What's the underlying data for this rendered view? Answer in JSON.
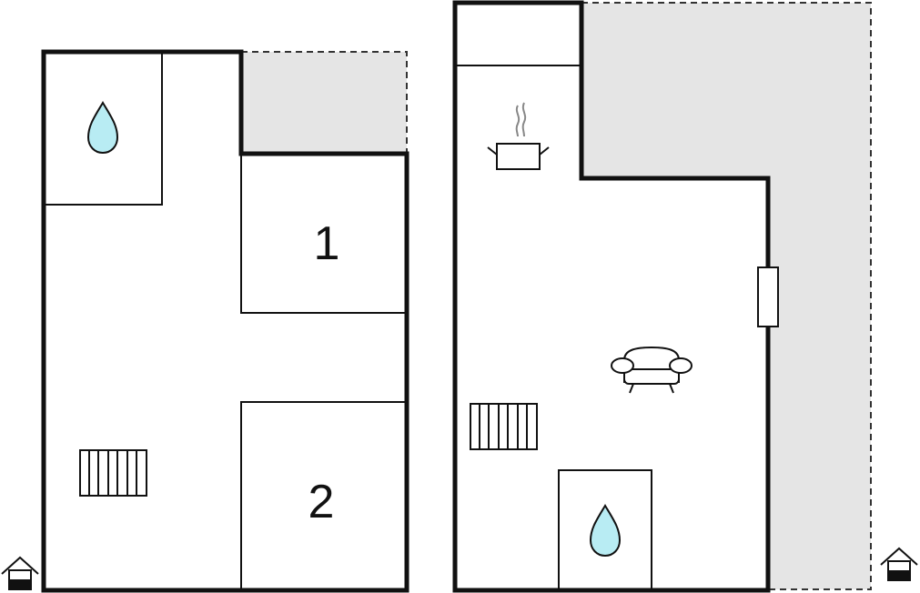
{
  "floor_plans": [
    {
      "rooms": [
        {
          "label": "1",
          "type": "bedroom"
        },
        {
          "label": "2",
          "type": "bedroom"
        }
      ],
      "icons": [
        "water-drop-icon",
        "stairs-icon",
        "floor-indicator-icon"
      ]
    },
    {
      "rooms": [],
      "icons": [
        "cooking-pot-icon",
        "sofa-icon",
        "stairs-icon",
        "water-drop-icon",
        "floor-indicator-icon"
      ]
    }
  ],
  "colors": {
    "wall": "#111111",
    "outdoor_area": "#e5e5e5",
    "water": "#b8ecf3",
    "background": "#ffffff"
  }
}
